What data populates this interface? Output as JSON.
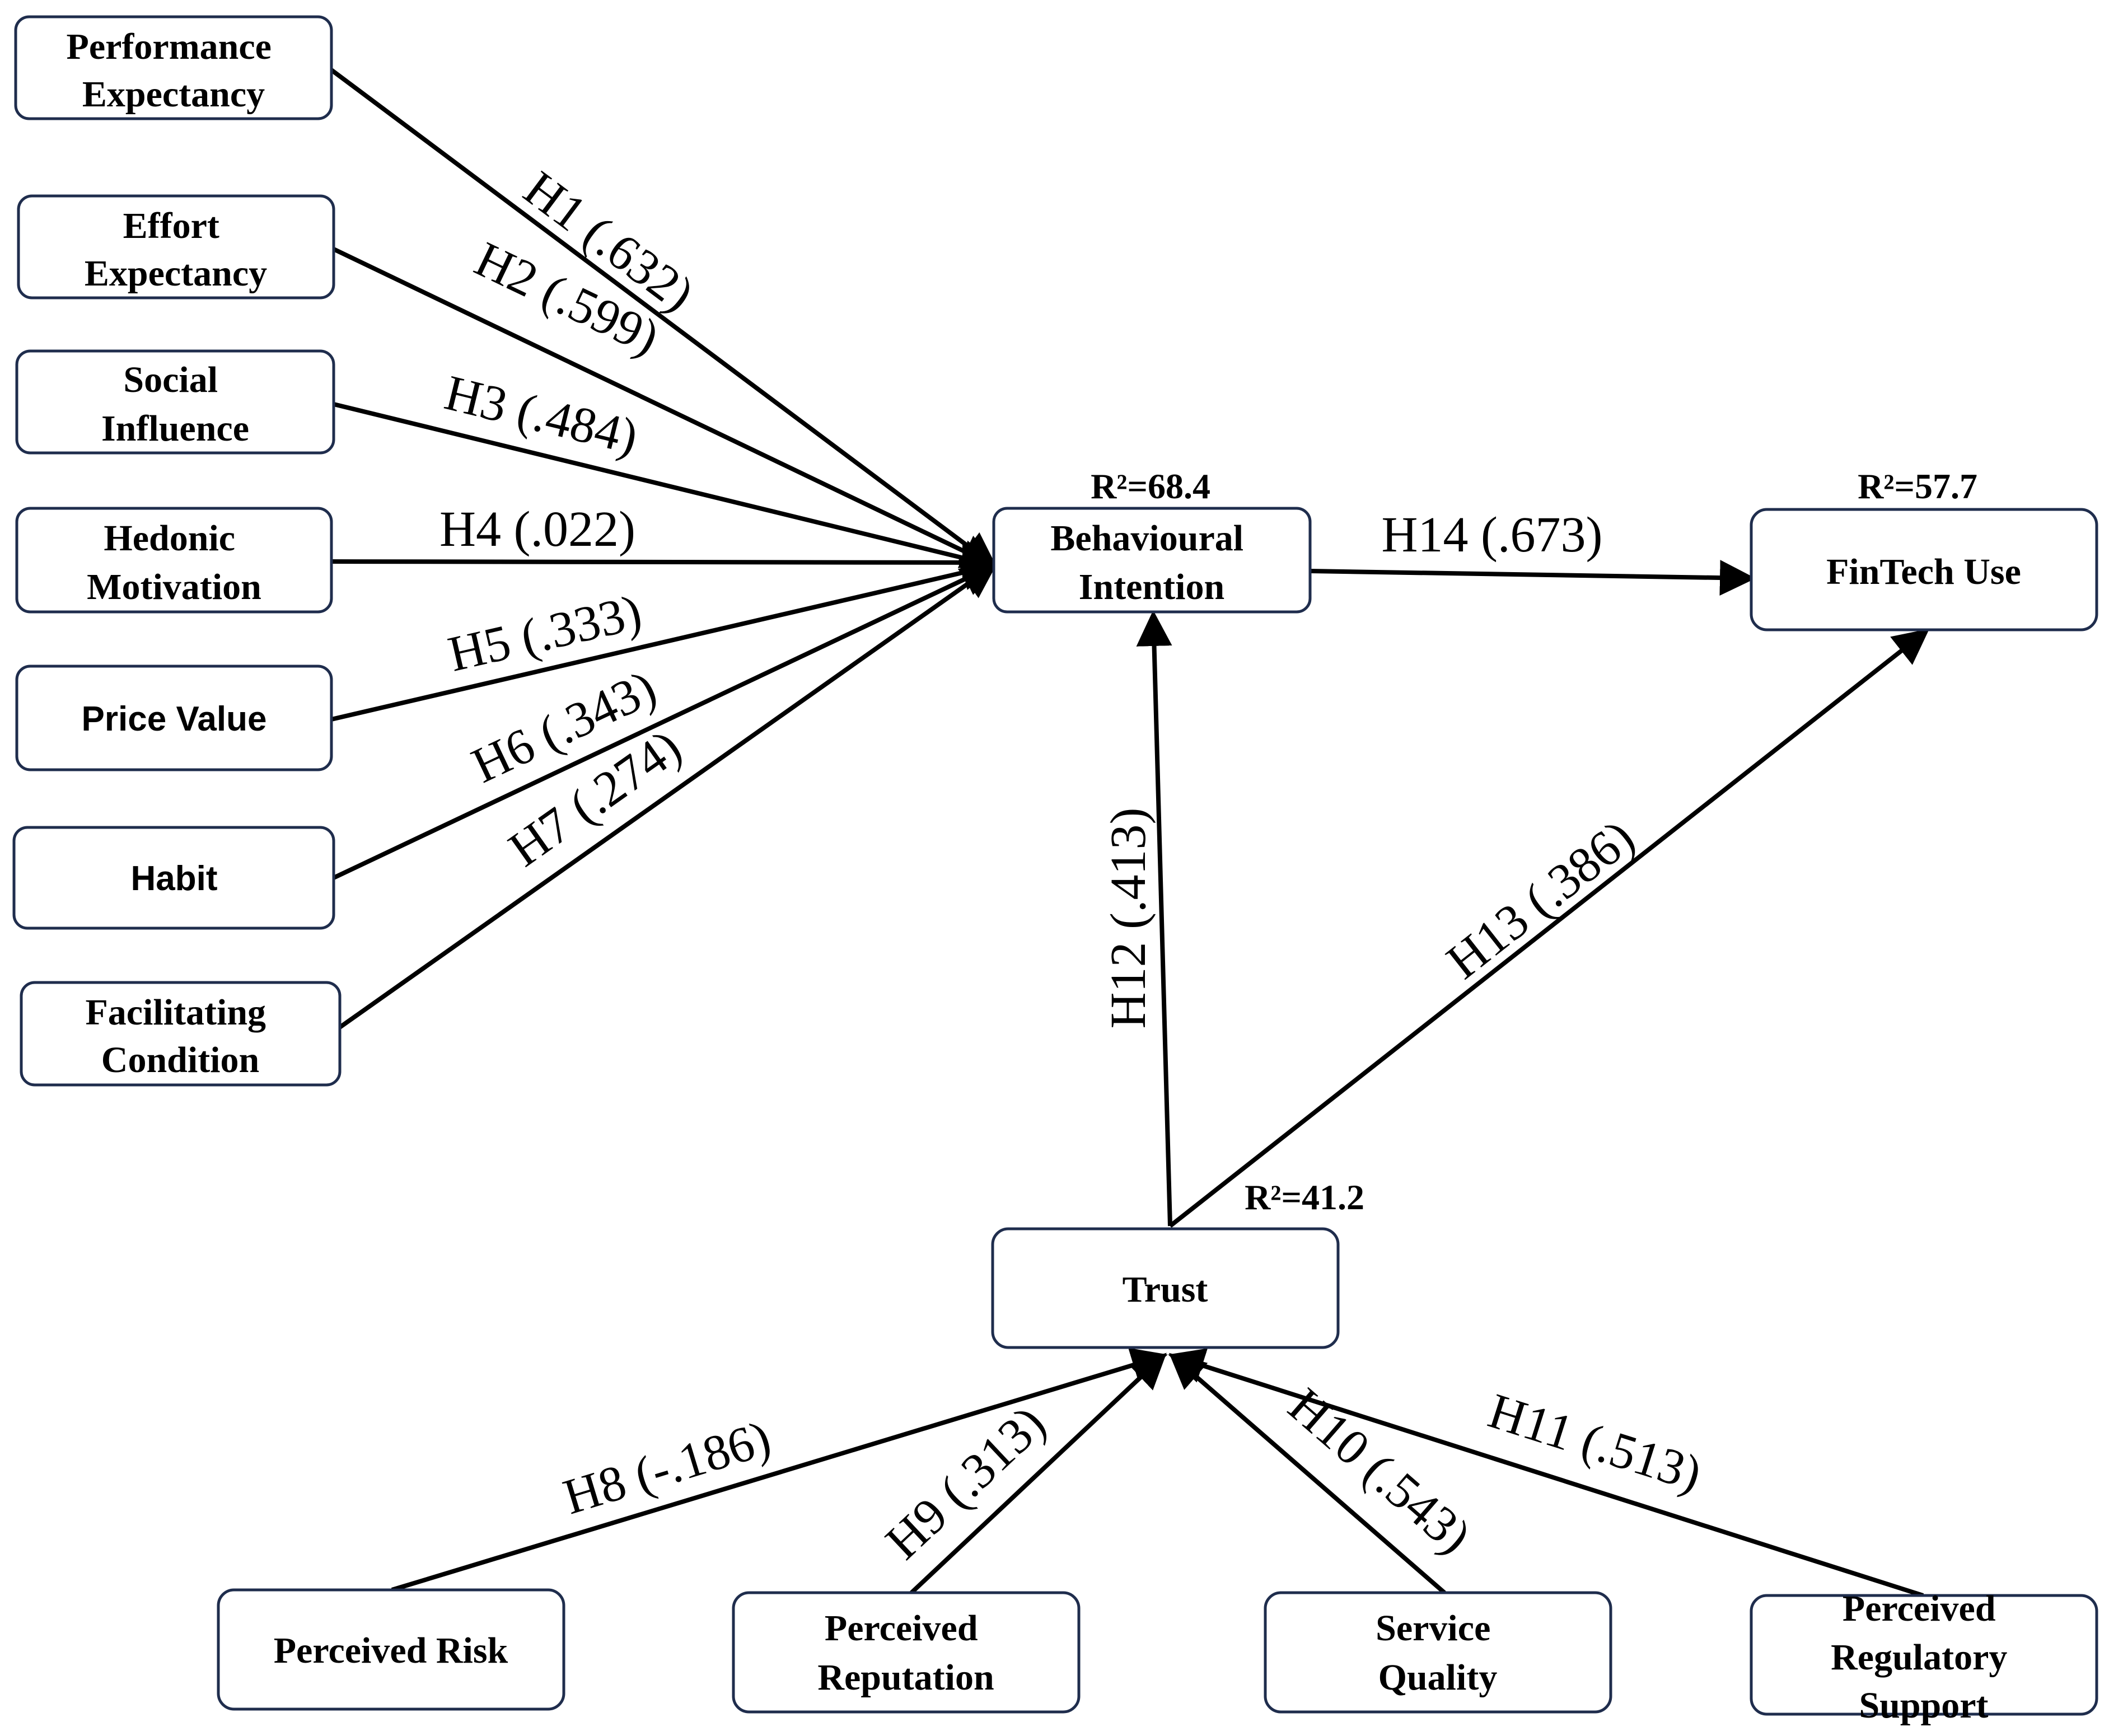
{
  "nodes": {
    "pe": {
      "lines": [
        "Performance",
        "Expectancy"
      ]
    },
    "ee": {
      "lines": [
        "Effort",
        "Expectancy"
      ]
    },
    "si": {
      "lines": [
        "Social",
        "Influence"
      ]
    },
    "hm": {
      "lines": [
        "Hedonic",
        "Motivation"
      ]
    },
    "pv": {
      "lines": [
        "Price Value"
      ]
    },
    "hb": {
      "lines": [
        "Habit"
      ]
    },
    "fc": {
      "lines": [
        "Facilitating",
        "Condition"
      ]
    },
    "bi": {
      "lines": [
        "Behavioural",
        "Intention"
      ]
    },
    "fu": {
      "lines": [
        "FinTech Use"
      ]
    },
    "tr": {
      "lines": [
        "Trust"
      ]
    },
    "pr": {
      "lines": [
        "Perceived Risk"
      ]
    },
    "prep": {
      "lines": [
        "Perceived",
        "Reputation"
      ]
    },
    "sq": {
      "lines": [
        "Service",
        "Quality"
      ]
    },
    "prs": {
      "lines": [
        "Perceived",
        "Regulatory",
        "Support"
      ]
    }
  },
  "edges": {
    "h1": {
      "from": "Performance Expectancy",
      "to": "Behavioural Intention",
      "label": "H1 (.632)"
    },
    "h2": {
      "from": "Effort Expectancy",
      "to": "Behavioural Intention",
      "label": "H2 (.599)"
    },
    "h3": {
      "from": "Social Influence",
      "to": "Behavioural Intention",
      "label": "H3 (.484)"
    },
    "h4": {
      "from": "Hedonic Motivation",
      "to": "Behavioural Intention",
      "label": "H4 (.022)"
    },
    "h5": {
      "from": "Price Value",
      "to": "Behavioural Intention",
      "label": "H5 (.333)"
    },
    "h6": {
      "from": "Habit",
      "to": "Behavioural Intention",
      "label": "H6 (.343)"
    },
    "h7": {
      "from": "Facilitating Condition",
      "to": "Behavioural Intention",
      "label": "H7 (.274)"
    },
    "h8": {
      "from": "Perceived Risk",
      "to": "Trust",
      "label": "H8 (-.186)"
    },
    "h9": {
      "from": "Perceived Reputation",
      "to": "Trust",
      "label": "H9 (.313)"
    },
    "h10": {
      "from": "Service Quality",
      "to": "Trust",
      "label": "H10 (.543)"
    },
    "h11": {
      "from": "Perceived Regulatory Support",
      "to": "Trust",
      "label": "H11 (.513)"
    },
    "h12": {
      "from": "Trust",
      "to": "Behavioural Intention",
      "label": "H12 (.413)"
    },
    "h13": {
      "from": "Trust",
      "to": "FinTech Use",
      "label": "H13 (.386)"
    },
    "h14": {
      "from": "Behavioural Intention",
      "to": "FinTech Use",
      "label": "H14 (.673)"
    }
  },
  "r_squared": {
    "bi": "R²=68.4",
    "fu": "R²=57.7",
    "tr": "R²=41.2"
  },
  "colors": {
    "box_border": "#1f2d4d",
    "line": "#000000"
  }
}
